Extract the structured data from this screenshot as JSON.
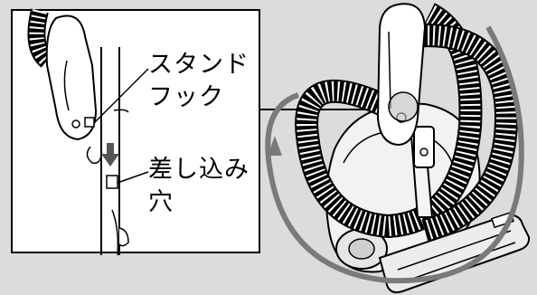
{
  "labels": {
    "stand_hook_line1": "スタンド",
    "stand_hook_line2": "フック",
    "insert_hole_line1": "差し込み",
    "insert_hole_line2": "穴"
  },
  "colors": {
    "background": "#dcdcdc",
    "inset_background": "#ffffff",
    "rotation_arrow": "#7a7a7a",
    "line": "#000000"
  },
  "icons": {
    "insert_direction": "down-arrow-icon",
    "rotation": "rotation-arrow-icon"
  }
}
